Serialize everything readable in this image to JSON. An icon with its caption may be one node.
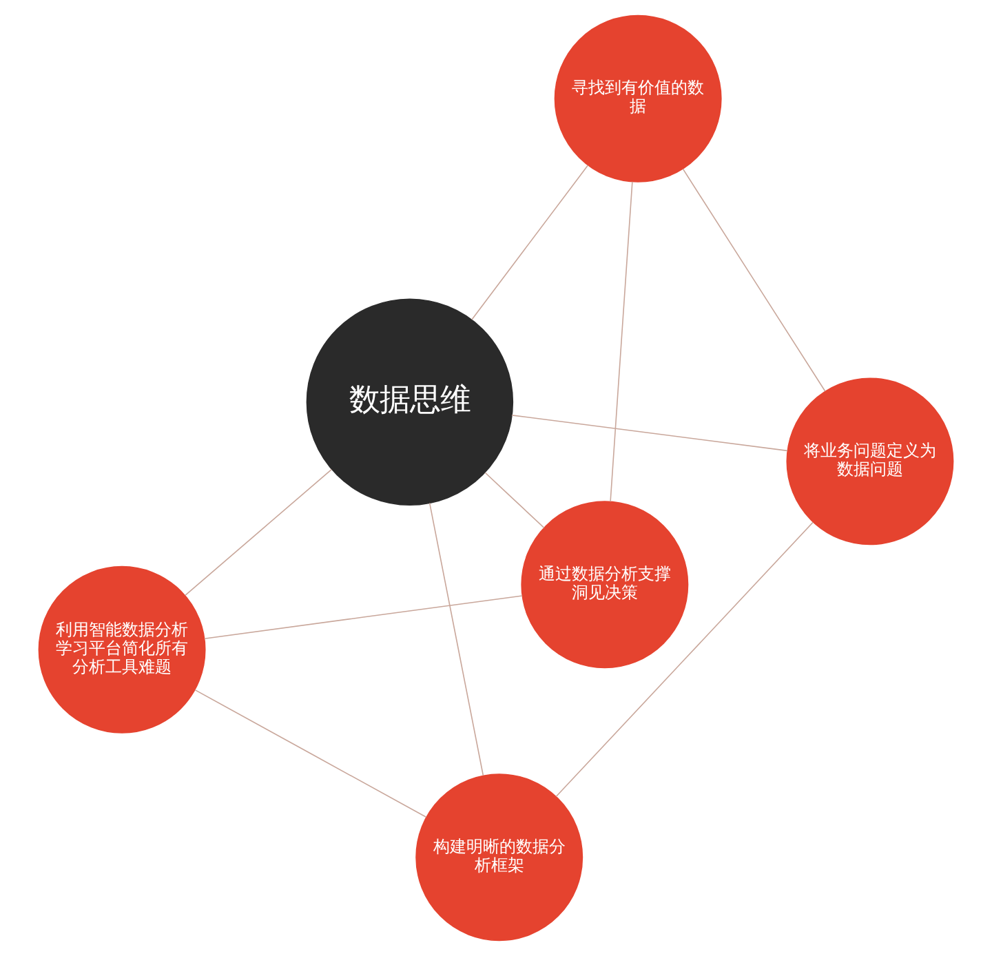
{
  "diagram": {
    "nodes": [
      {
        "text": [
          "利用智能数据分析学习平台简化所有分析工具难题"
        ]
      },
      {
        "text": [
          "通过数据分析支撑洞见决策"
        ]
      },
      {
        "text": [
          "构建明晰的数据分析框架"
        ]
      },
      {
        "text": [
          "数据思维"
        ]
      },
      {
        "text": [
          "将业务问题定义为数据问题"
        ]
      },
      {
        "text": [
          "寻找到有价值的数据"
        ]
      }
    ],
    "edges": [
      {
        "from": 3,
        "to": 0,
        "arrow": "none"
      },
      {
        "from": 3,
        "to": 1,
        "arrow": "none"
      },
      {
        "from": 3,
        "to": 2,
        "arrow": "none"
      },
      {
        "from": 3,
        "to": 4,
        "arrow": "none"
      },
      {
        "from": 3,
        "to": 5,
        "arrow": "none"
      },
      {
        "from": 0,
        "to": 1,
        "arrow": "none"
      },
      {
        "from": 1,
        "to": 5,
        "arrow": "none"
      },
      {
        "from": 5,
        "to": 4,
        "arrow": "none"
      },
      {
        "from": 4,
        "to": 2,
        "arrow": "none"
      },
      {
        "from": 2,
        "to": 0,
        "arrow": "none"
      }
    ]
  }
}
